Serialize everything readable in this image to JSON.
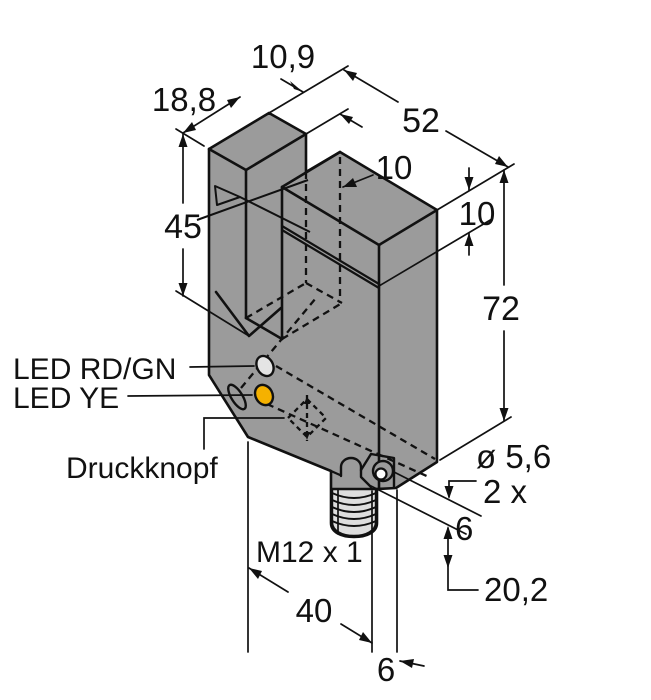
{
  "drawing": {
    "type": "technical-dimension-drawing",
    "subject": "slot-sensor-isometric-view",
    "colors": {
      "background": "#ffffff",
      "body_gray": "#9b9b9b",
      "thread_gray": "#dedede",
      "line_black": "#111111",
      "led_rd_gn_fill": "#e4e4e4",
      "led_ye_fill": "#f5b100"
    },
    "dimensions": {
      "arm_width": "10,9",
      "depth": "18,8",
      "length": "52",
      "slot_width": "10",
      "head_height": "10",
      "slot_depth": "45",
      "body_height": "72",
      "hole_diameter": "ø 5,6",
      "hole_count": "2 x",
      "hole_offset_right": "6",
      "hole_spacing": "20,2",
      "connector_thread": "M12 x 1",
      "connector_offset": "40",
      "hole_offset_bottom": "6"
    },
    "labels": {
      "led_status": "LED RD/GN",
      "led_output": "LED YE",
      "push_button": "Druckknopf"
    }
  }
}
